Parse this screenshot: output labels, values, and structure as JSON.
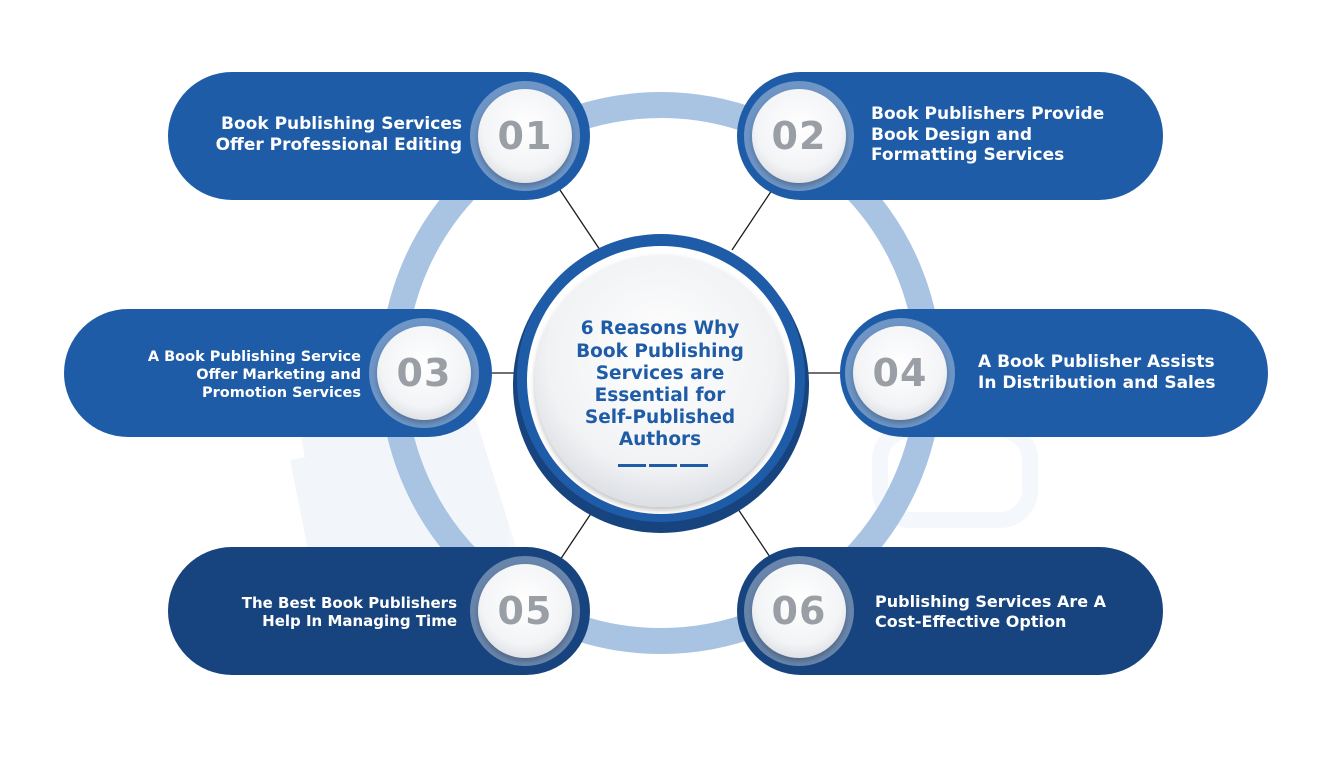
{
  "center": {
    "title_lines": [
      "6 Reasons Why",
      "Book Publishing",
      "Services are",
      "Essential for",
      "Self-Published",
      "Authors"
    ]
  },
  "reasons": [
    {
      "number": "01",
      "lines": [
        "Book Publishing Services",
        "Offer Professional Editing"
      ]
    },
    {
      "number": "02",
      "lines": [
        "Book Publishers Provide",
        "Book Design and",
        "Formatting Services"
      ]
    },
    {
      "number": "03",
      "lines": [
        "A Book Publishing Service",
        "Offer Marketing and",
        "Promotion Services"
      ]
    },
    {
      "number": "04",
      "lines": [
        "A Book Publisher Assists",
        "In Distribution and Sales"
      ]
    },
    {
      "number": "05",
      "lines": [
        "The Best Book Publishers",
        "Help In Managing Time"
      ]
    },
    {
      "number": "06",
      "lines": [
        "Publishing Services Are A",
        "Cost-Effective Option"
      ]
    }
  ],
  "colors": {
    "pill_primary": "#1f5ca8",
    "pill_dark": "#17447e",
    "ring": "#a9c3e3",
    "number_text": "#9a9fa6",
    "title_text": "#1f5ca8"
  }
}
